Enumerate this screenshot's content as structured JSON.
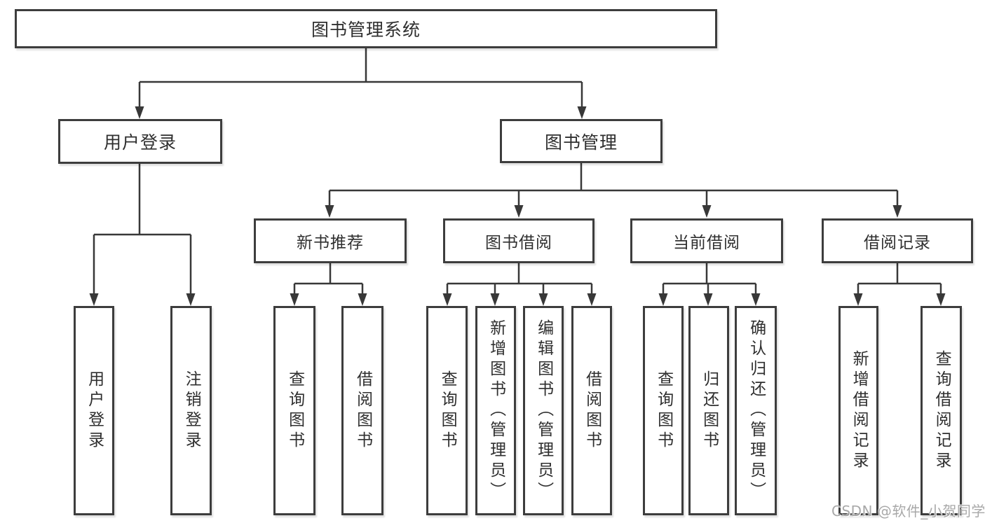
{
  "tree": {
    "root": {
      "label": "图书管理系统"
    },
    "branches": [
      {
        "label": "用户登录",
        "children": [
          {
            "label": "用户登录"
          },
          {
            "label": "注销登录"
          }
        ]
      },
      {
        "label": "图书管理",
        "children": [
          {
            "label": "新书推荐",
            "children": [
              {
                "label": "查询图书"
              },
              {
                "label": "借阅图书"
              }
            ]
          },
          {
            "label": "图书借阅",
            "children": [
              {
                "label": "查询图书"
              },
              {
                "label": "新增图书（管理员）"
              },
              {
                "label": "编辑图书（管理员）"
              },
              {
                "label": "借阅图书"
              }
            ]
          },
          {
            "label": "当前借阅",
            "children": [
              {
                "label": "查询图书"
              },
              {
                "label": "归还图书"
              },
              {
                "label": "确认归还（管理员）"
              }
            ]
          },
          {
            "label": "借阅记录",
            "children": [
              {
                "label": "新增借阅记录"
              },
              {
                "label": "查询借阅记录"
              }
            ]
          }
        ]
      }
    ]
  },
  "watermark": "CSDN @软件_小贺同学",
  "colors": {
    "line": "#383838",
    "box_border": "#3d3d3d",
    "text": "#2f2f2f",
    "background": "#ffffff",
    "watermark": "#9e9e9e"
  }
}
